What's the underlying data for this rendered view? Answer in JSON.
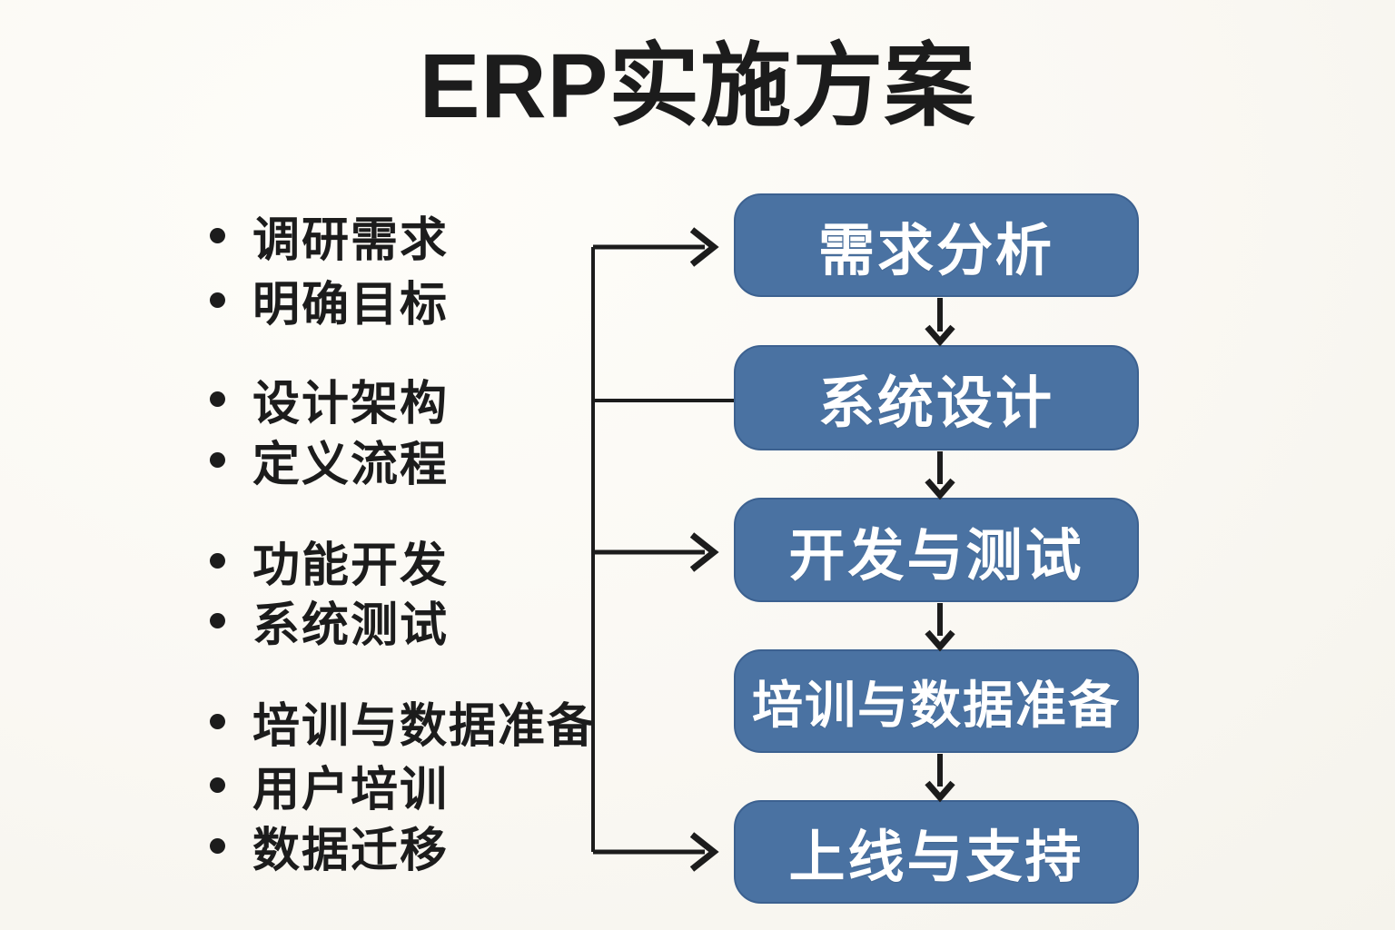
{
  "title": "ERP实施方案",
  "bullets": {
    "group1": {
      "item1": "调研需求",
      "item2": "明确目标"
    },
    "group2": {
      "item1": "设计架构",
      "item2": "定义流程"
    },
    "group3": {
      "item1": "功能开发",
      "item2": "系统测试"
    },
    "group4": {
      "item1": "培训与数据准备",
      "item2": "用户培训",
      "item3": "数据迁移"
    }
  },
  "flow": {
    "step1": "需求分析",
    "step2": "系统设计",
    "step3": "开发与测试",
    "step4": "培训与数据准备",
    "step5": "上线与支持"
  },
  "colors": {
    "box_fill": "#4a72a2",
    "box_border": "#3c6190",
    "box_text": "#ffffff",
    "background": "#faf8f3",
    "text": "#1c1c1c",
    "line": "#1c1c1c"
  }
}
